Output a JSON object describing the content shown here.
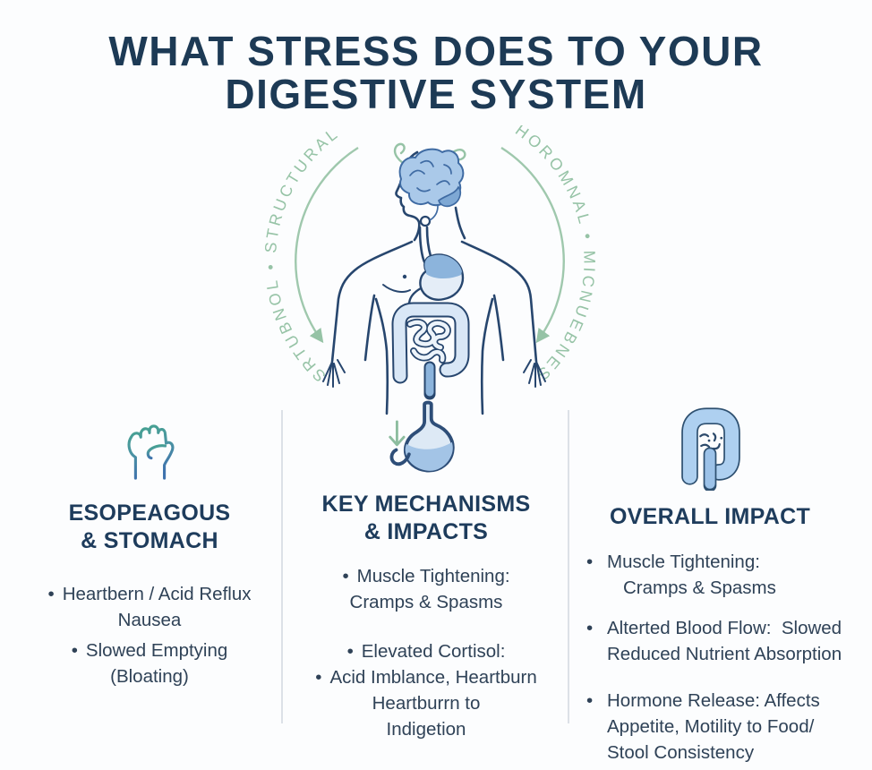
{
  "title": {
    "line1": "WHAT STRESS DOES TO YOUR",
    "line2": "DIGESTIVE SYSTEM"
  },
  "diagram": {
    "arc_text_left": "SRTUBNOL • STRUCTURAL",
    "arc_text_right": "HOROMNAL • MICNUEBNES",
    "arc_words": [
      "STRUCTURAL",
      "HOROMNAL",
      "MICNUEBNES",
      "SRTUBNOL"
    ]
  },
  "ui": {
    "bullet": "•"
  },
  "columns": [
    {
      "icon": "fist-icon",
      "heading_line1": "ESOPEAGOUS",
      "heading_line2": "& STOMACH",
      "bullets": [
        {
          "lines": [
            "Heartbern / Acid Reflux",
            "Nausea"
          ]
        },
        {
          "lines": [
            "Slowed Emptying",
            "(Bloating)"
          ]
        }
      ]
    },
    {
      "icon": "stomach-icon",
      "heading_line1": "KEY MECHANISMS",
      "heading_line2": "& IMPACTS",
      "bullets": [
        {
          "lines": [
            "Muscle Tightening:",
            "Cramps & Spasms"
          ]
        },
        {
          "lines": [
            "Elevated Cortisol:"
          ]
        },
        {
          "lines": [
            "Acid Imblance, Heartburn",
            "Heartburrn to",
            "Indigetion"
          ]
        }
      ]
    },
    {
      "icon": "intestine-icon",
      "heading_line1": "OVERALL IMPACT",
      "heading_line2": "",
      "bullets": [
        {
          "lines": [
            "Muscle Tightening:",
            "Cramps & Spasms"
          ]
        },
        {
          "lines": [
            "Alterted Blood Flow:  Slowed",
            "Reduced Nutrient Absorption"
          ]
        },
        {
          "lines": [
            "Hormone Release: Affects",
            "Appetite, Motility to Food/",
            "Stool Consistency"
          ]
        }
      ]
    }
  ],
  "colors": {
    "title_navy": "#1d3a55",
    "heading_navy": "#1e3c5c",
    "body_text": "#2f4257",
    "arc_green": "#96c3a6",
    "outline_navy": "#27466e",
    "organ_light_blue": "#dde9f5",
    "organ_mid_blue": "#8cb4dc",
    "divider_gray": "#dce1e7"
  }
}
